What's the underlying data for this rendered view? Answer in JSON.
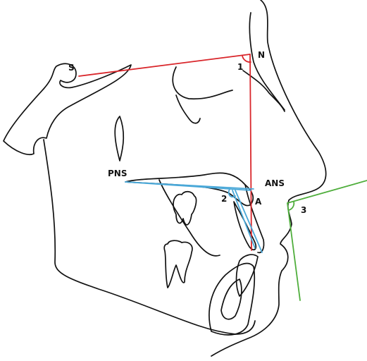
{
  "colors": {
    "red": "#d9262b",
    "blue": "#4aa8d8",
    "green": "#4fae3c",
    "outline": "#111111"
  },
  "labels": {
    "s": "S",
    "n": "N",
    "pns": "PNS",
    "ans": "ANS",
    "a": "A",
    "angle_1": "1",
    "angle_2": "2",
    "angle_3": "3"
  }
}
